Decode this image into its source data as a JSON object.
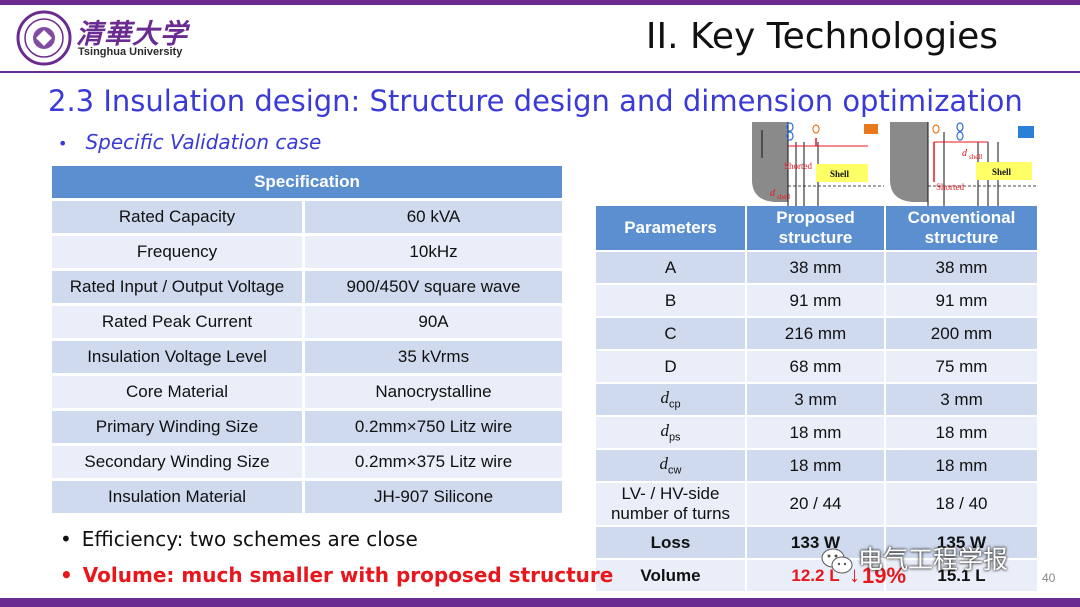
{
  "header": {
    "university_cn": "清華大学",
    "university_en": "Tsinghua University",
    "slide_title": "II. Key Technologies"
  },
  "section_title": "2.3 Insulation design: Structure design and dimension optimization",
  "validation_bullet": "Specific Validation case",
  "spec_table": {
    "header": "Specification",
    "rows": [
      {
        "name": "Rated Capacity",
        "value": "60 kVA"
      },
      {
        "name": "Frequency",
        "value": "10kHz"
      },
      {
        "name": "Rated Input / Output Voltage",
        "value": "900/450V square wave"
      },
      {
        "name": "Rated Peak Current",
        "value": "90A"
      },
      {
        "name": "Insulation Voltage Level",
        "value": "35 kVrms"
      },
      {
        "name": "Core Material",
        "value": "Nanocrystalline"
      },
      {
        "name": "Primary Winding Size",
        "value": "0.2mm×750 Litz wire"
      },
      {
        "name": "Secondary Winding Size",
        "value": "0.2mm×375 Litz wire"
      },
      {
        "name": "Insulation Material",
        "value": "JH-907 Silicone"
      }
    ]
  },
  "params_table": {
    "headers": [
      "Parameters",
      "Proposed structure",
      "Conventional structure"
    ],
    "rows": [
      {
        "param": "A",
        "sub": "",
        "proposed": "38 mm",
        "conventional": "38 mm"
      },
      {
        "param": "B",
        "sub": "",
        "proposed": "91 mm",
        "conventional": "91 mm"
      },
      {
        "param": "C",
        "sub": "",
        "proposed": "216 mm",
        "conventional": "200 mm"
      },
      {
        "param": "D",
        "sub": "",
        "proposed": "68 mm",
        "conventional": "75 mm"
      },
      {
        "param": "d",
        "sub": "cp",
        "proposed": "3 mm",
        "conventional": "3 mm"
      },
      {
        "param": "d",
        "sub": "ps",
        "proposed": "18 mm",
        "conventional": "18 mm"
      },
      {
        "param": "d",
        "sub": "cw",
        "proposed": "18 mm",
        "conventional": "18 mm"
      },
      {
        "param": "LV- / HV-side number of turns",
        "sub": "",
        "proposed": "20 / 44",
        "conventional": "18 / 40"
      },
      {
        "param": "Loss",
        "sub": "",
        "proposed": "133 W",
        "conventional": "135 W"
      },
      {
        "param": "Volume",
        "sub": "",
        "proposed": "12.2 L",
        "conventional": "15.1 L"
      }
    ]
  },
  "diagram": {
    "labels": {
      "shorted": "Shorted",
      "shell": "Shell",
      "d": "d",
      "d_sub": "shell"
    }
  },
  "reduction": {
    "arrow": "↓",
    "percent": "19%"
  },
  "bullets": {
    "efficiency": "Efficiency: two schemes are close",
    "volume": "Volume: much smaller with proposed structure"
  },
  "watermark": "电气工程学报",
  "page_number": "40",
  "colors": {
    "brand_purple": "#6b2c91",
    "title_blue": "#3a3ad6",
    "table_header": "#5b8fd0",
    "highlight_red": "#e8171d"
  }
}
